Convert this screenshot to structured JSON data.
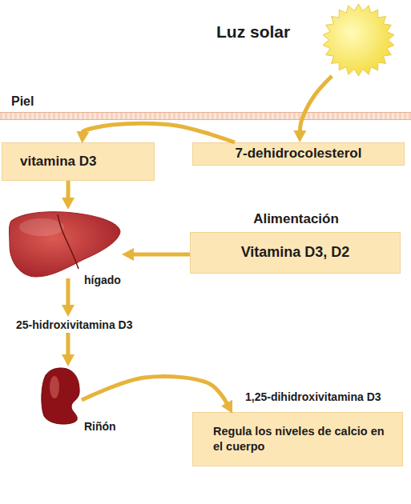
{
  "diagram": {
    "nodes": [
      {
        "text": [
          "Luz solar"
        ]
      },
      {
        "text": [
          "Piel"
        ]
      },
      {
        "text": [
          "vitamina D3"
        ]
      },
      {
        "text": [
          "7-dehidrocolesterol"
        ]
      },
      {
        "text": [
          "hígado"
        ]
      },
      {
        "text": [
          "Alimentación",
          "Vitamina D3, D2"
        ]
      },
      {
        "text": [
          "25-hidroxivitamina D3"
        ]
      },
      {
        "text": [
          "Riñón"
        ]
      },
      {
        "text": [
          "1,25-dihidroxivitamina D3",
          "Regula los niveles de calcio en el cuerpo"
        ]
      }
    ],
    "edges": [
      {
        "from": 0,
        "to": 3,
        "arrow": "to"
      },
      {
        "from": 3,
        "to": 2,
        "arrow": "to"
      },
      {
        "from": 2,
        "to": 4,
        "arrow": "to"
      },
      {
        "from": 5,
        "to": 4,
        "arrow": "to"
      },
      {
        "from": 4,
        "to": 6,
        "arrow": "to"
      },
      {
        "from": 6,
        "to": 7,
        "arrow": "to"
      },
      {
        "from": 7,
        "to": 8,
        "arrow": "to"
      }
    ]
  }
}
